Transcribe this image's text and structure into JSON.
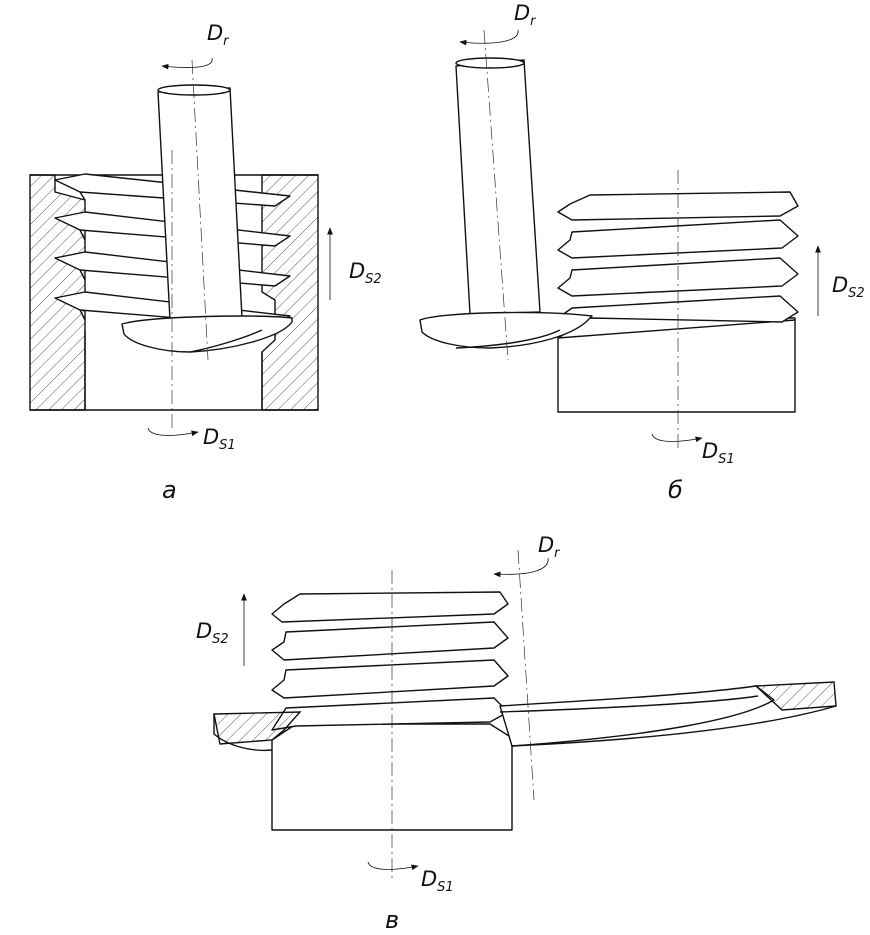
{
  "labels": {
    "dr": "D",
    "dr_sub": "r",
    "ds1": "D",
    "ds1_sub": "S1",
    "ds2": "D",
    "ds2_sub": "S2"
  },
  "captions": {
    "a": "а",
    "b": "б",
    "v": "в"
  },
  "colors": {
    "stroke": "#111111",
    "background": "#ffffff"
  }
}
